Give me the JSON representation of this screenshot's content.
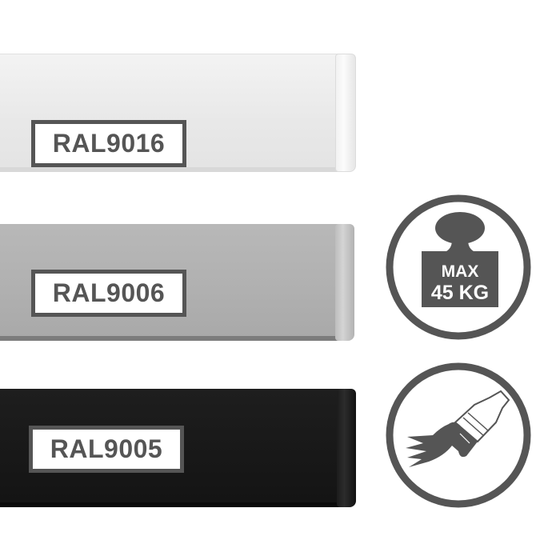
{
  "rails": [
    {
      "name": "white",
      "label": "RAL9016",
      "color": "#ececec"
    },
    {
      "name": "silver",
      "label": "RAL9006",
      "color": "#b3b3b3"
    },
    {
      "name": "black",
      "label": "RAL9005",
      "color": "#1a1a1a"
    }
  ],
  "badges": {
    "weight": {
      "line1": "MAX",
      "line2": "45 KG",
      "icon": "weight-icon"
    },
    "paint": {
      "icon": "paintbrush-icon"
    }
  },
  "colors": {
    "icon_gray": "#555555",
    "background": "#ffffff"
  }
}
